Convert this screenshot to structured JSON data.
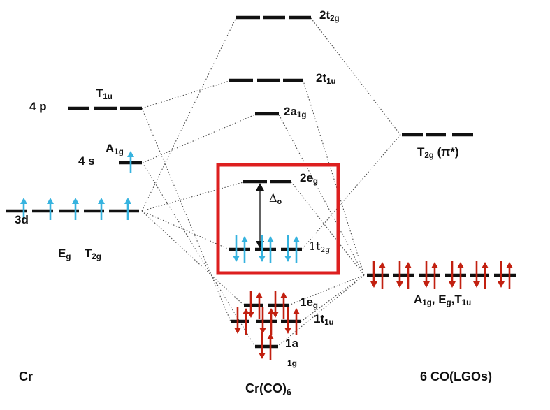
{
  "colors": {
    "level_line": "#111111",
    "connector_line": "#4c4c4c",
    "highlight_box_red": "#dd1f1f",
    "electron_arrow_blue": "#36b3df",
    "electron_arrow_red": "#c22010",
    "label_text": "#111111",
    "background": "#ffffff"
  },
  "columns": {
    "left_caption": "Cr",
    "center_caption_main": "Cr(CO)",
    "center_caption_sub": "6",
    "right_caption": "6 CO(LGOs)"
  },
  "atomic_orbitals": {
    "p4": {
      "name": "4 p",
      "symmetry_main": "T",
      "symmetry_sub": "1u",
      "electrons_up": 0
    },
    "s4": {
      "name": "4 s",
      "symmetry_main": "A",
      "symmetry_sub": "1g",
      "electrons_up": 1
    },
    "d3": {
      "name": "3d",
      "symmetry1_main": "E",
      "symmetry1_sub": "g",
      "symmetry2_main": "T",
      "symmetry2_sub": "2g",
      "electrons_up": 5
    }
  },
  "molecular_orbitals": {
    "mo_2t2g": {
      "main": "2t",
      "sub": "2g",
      "electron_pairs": 0
    },
    "mo_2t1u": {
      "main": "2t",
      "sub": "1u",
      "electron_pairs": 0
    },
    "mo_2a1g": {
      "main": "2a",
      "sub": "1g",
      "electron_pairs": 0
    },
    "mo_2eg": {
      "main": "2e",
      "sub": "g",
      "electron_pairs": 0
    },
    "mo_1t2g": {
      "main": "1t",
      "sub": "2g",
      "electron_pairs": 3
    },
    "mo_1eg": {
      "main": "1e",
      "sub": "g",
      "electron_pairs": 2
    },
    "mo_1t1u": {
      "main": "1t",
      "sub": "1u",
      "electron_pairs": 3
    },
    "mo_1a1g": {
      "line1": "1a",
      "line2": "1g",
      "electron_pairs": 1
    }
  },
  "ligand_orbitals": {
    "pi_star": {
      "main": "T",
      "sub": "2g",
      "rest": " (π*)"
    },
    "sigma_label": [
      "A",
      "1g",
      ", E",
      "g",
      ",T",
      "1u"
    ],
    "sigma_electron_pairs": 6
  },
  "annotations": {
    "delta_main": "Δ",
    "delta_sub": "o"
  }
}
